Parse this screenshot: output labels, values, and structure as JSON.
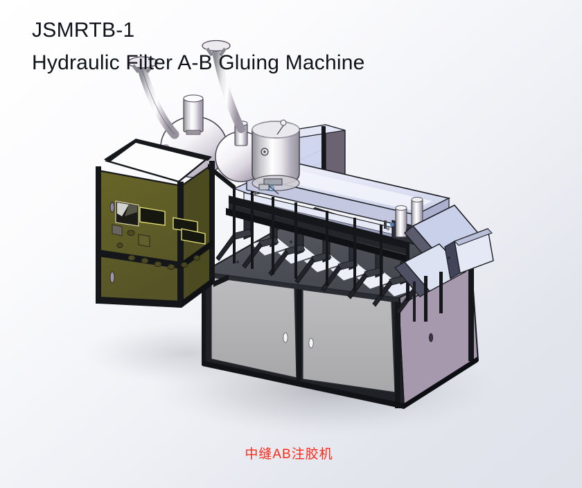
{
  "render": {
    "kind": "cad-isometric-render",
    "background_top_right": "#e0e3eb",
    "background_bottom_left": "#ffffff"
  },
  "title": {
    "model_code": "JSMRTB-1",
    "product_name": "Hydraulic Filter A-B Gluing Machine",
    "color": "#0f1218"
  },
  "caption": {
    "text": "中缝AB注胶机",
    "color": "#fa2a18"
  },
  "palette": {
    "frame_extrusion": "#1b1d22",
    "cabinet_olive": "#5e5c28",
    "cabinet_olive_side": "#4b4a20",
    "cabinet_top_white": "#fdfdfd",
    "base_door_gray": "#b3b3b5",
    "base_top_dark": "#4f5158",
    "base_side_mauve": "#a698ad",
    "rail_lavender": "#dde0f2",
    "guard_blue": "#cfd5ee",
    "tank_steel": "#b9b9be",
    "tank_highlight": "#ffffff",
    "hopper_blue": "#c9d0ea",
    "hopper_dark": "#585a6b",
    "shadow": "#9ea0a6",
    "panel_trim_yellow": "#f2eb78"
  },
  "machine": {
    "name": "JSMRTB-1 A-B glue injection machine",
    "components": [
      {
        "id": "control-cabinet",
        "label": "Control cabinet with HMI panel",
        "color": "#5e5c28"
      },
      {
        "id": "glue-tanks",
        "label": "A / B glue pressure tanks",
        "count": 3,
        "color": "#b9b9be"
      },
      {
        "id": "funnel-inlets",
        "label": "Flared funnel inlet pipes",
        "count": 2,
        "color": "#c6c6cb"
      },
      {
        "id": "work-table",
        "label": "Fixture work table",
        "color": "#4f5158"
      },
      {
        "id": "fixture-posts",
        "label": "Filter element fixture posts",
        "count": 8,
        "color": "#2a2c33"
      },
      {
        "id": "gantry-rail",
        "label": "Linear gantry rail beam",
        "color": "#dde0f2"
      },
      {
        "id": "dispense-head",
        "label": "Dual A/B dispensing head",
        "count": 2,
        "color": "#cfd2dd"
      },
      {
        "id": "outfeed-hopper",
        "label": "Outfeed hopper chute",
        "color": "#c9d0ea"
      },
      {
        "id": "base-cabinet",
        "label": "Base cabinet with access doors",
        "doors": 2,
        "color": "#b3b3b5"
      },
      {
        "id": "floor-shadow",
        "label": "Drop shadow",
        "color": "#9ea0a6"
      }
    ],
    "control_panel": {
      "hmi_screen": "HMI touch screen",
      "display_windows": 3,
      "push_buttons": 7,
      "door_handles": 2
    }
  }
}
